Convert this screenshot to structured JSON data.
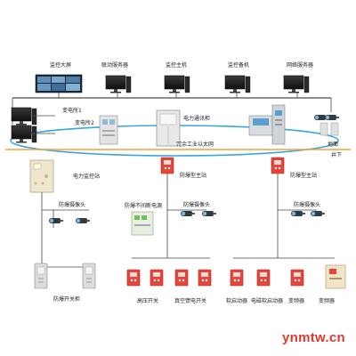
{
  "top_devices": {
    "monitor_wall": "监控大屏",
    "linkage_server": "联动服务器",
    "monitor_host": "监控主机",
    "monitor_backup": "监控备机",
    "net_server": "网络服务器"
  },
  "substations": {
    "sub1": "变电所1",
    "sub2": "变电所2"
  },
  "core": {
    "comm_cabinet": "电力通讯柜",
    "ethernet": "冗余工业以太网",
    "ground": "地面",
    "underground": "井下"
  },
  "stations": {
    "power_monitor": "电力监控站",
    "explosion_main_1": "防爆型主站",
    "explosion_main_2": "防爆型主站"
  },
  "field_devices": {
    "camera_1": "防爆摄像头",
    "camera_2": "防爆摄像头",
    "camera_3": "防爆摄像头",
    "ups": "防爆不间断电源",
    "switch_cabinet": "防爆开关柜",
    "hv_switch": "高压开关",
    "vacuum_feeder": "真空馈电开关",
    "soft_starter": "软启动器",
    "em_soft_starter": "电磁软启动器",
    "inverter_1": "变频器",
    "inverter_2": "变频器"
  },
  "watermark": "ynmtw.cn",
  "colors": {
    "ring": "#39a6e0",
    "ground_line": "#f0a43c",
    "line": "#4a4a4a",
    "station_red": "#e8443a",
    "cabinet_grey": "#dcdcdc",
    "panel_beige": "#efe6cf"
  }
}
